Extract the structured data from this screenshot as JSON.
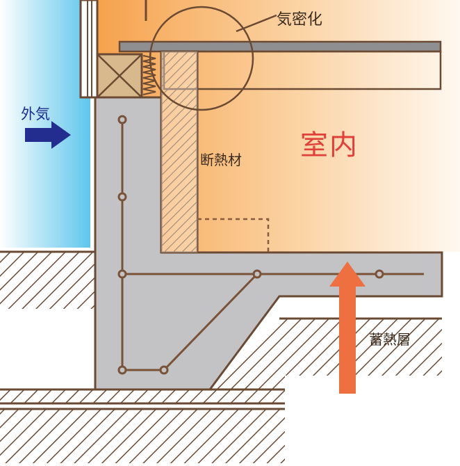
{
  "labels": {
    "airtight": "気密化",
    "insulation": "断熱材",
    "indoor": "室内",
    "outdoor": "外気",
    "heat_storage": "蓄熱層"
  },
  "colors": {
    "outdoor_blue": "#5fc6ec",
    "indoor_orange": "#f6a24c",
    "concrete": "#c3c3c5",
    "outline": "#6b4a34",
    "indoor_text": "#e0403a",
    "outdoor_arrow": "#232c8f",
    "storage_arrow": "#ee7040",
    "insulation_board": "#ffffff"
  },
  "icons": {
    "outdoor_arrow": "arrow-right-icon",
    "heat_arrow": "arrow-up-icon"
  }
}
